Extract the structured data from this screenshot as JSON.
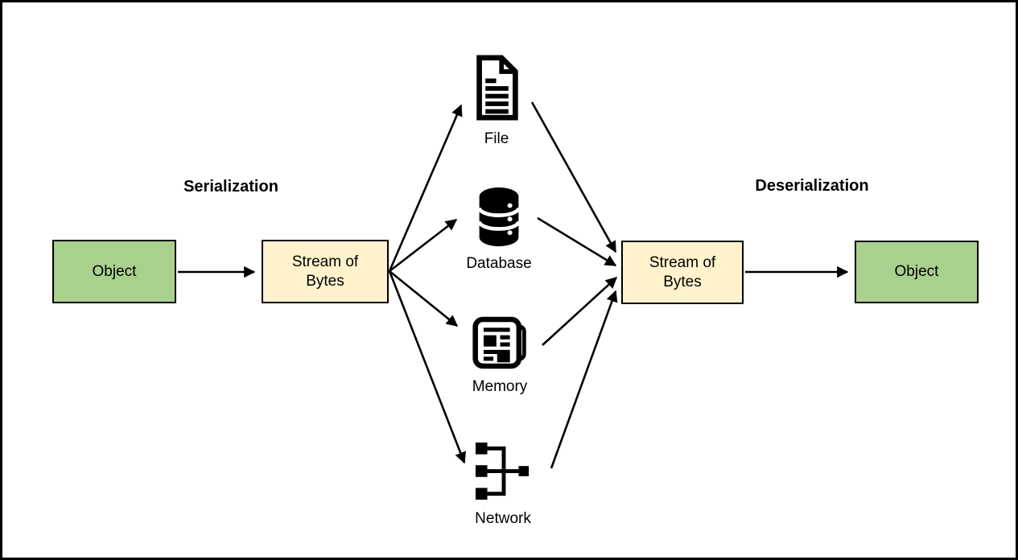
{
  "diagram": {
    "serialization_label": "Serialization",
    "deserialization_label": "Deserialization",
    "nodes": {
      "object_left": "Object",
      "stream_left": "Stream of Bytes",
      "stream_right": "Stream of Bytes",
      "object_right": "Object"
    },
    "mediums": [
      {
        "name": "file",
        "label": "File"
      },
      {
        "name": "database",
        "label": "Database"
      },
      {
        "name": "memory",
        "label": "Memory"
      },
      {
        "name": "network",
        "label": "Network"
      }
    ],
    "edges": [
      {
        "from": "Object",
        "to": "Stream of Bytes",
        "via": "Serialization"
      },
      {
        "from": "Stream of Bytes",
        "to": "File"
      },
      {
        "from": "Stream of Bytes",
        "to": "Database"
      },
      {
        "from": "Stream of Bytes",
        "to": "Memory"
      },
      {
        "from": "Stream of Bytes",
        "to": "Network"
      },
      {
        "from": "File",
        "to": "Stream of Bytes"
      },
      {
        "from": "Database",
        "to": "Stream of Bytes"
      },
      {
        "from": "Memory",
        "to": "Stream of Bytes"
      },
      {
        "from": "Network",
        "to": "Stream of Bytes"
      },
      {
        "from": "Stream of Bytes",
        "to": "Object",
        "via": "Deserialization"
      }
    ],
    "colors": {
      "object_fill": "#A9D18E",
      "stream_fill": "#FFF2CC",
      "node_border": "#000000",
      "arrow": "#000000",
      "frame_border": "#000000",
      "background": "#FFFFFF",
      "icon": "#000000"
    }
  }
}
